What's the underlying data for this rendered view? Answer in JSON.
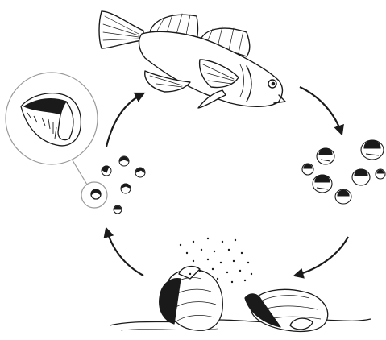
{
  "diagram": {
    "kind": "life-cycle",
    "direction": "clockwise",
    "stages": [
      {
        "id": "adult-fish",
        "icon": "fish-icon"
      },
      {
        "id": "glochidia-on-fish",
        "icon": "attached-larvae-icon"
      },
      {
        "id": "adult-mussels",
        "icon": "mussel-icon"
      },
      {
        "id": "free-glochidia",
        "icon": "glochidium-icon"
      }
    ],
    "colors": {
      "stroke": "#1a1a1a",
      "fill": "#ffffff",
      "circle": "#9a9a9a"
    }
  }
}
